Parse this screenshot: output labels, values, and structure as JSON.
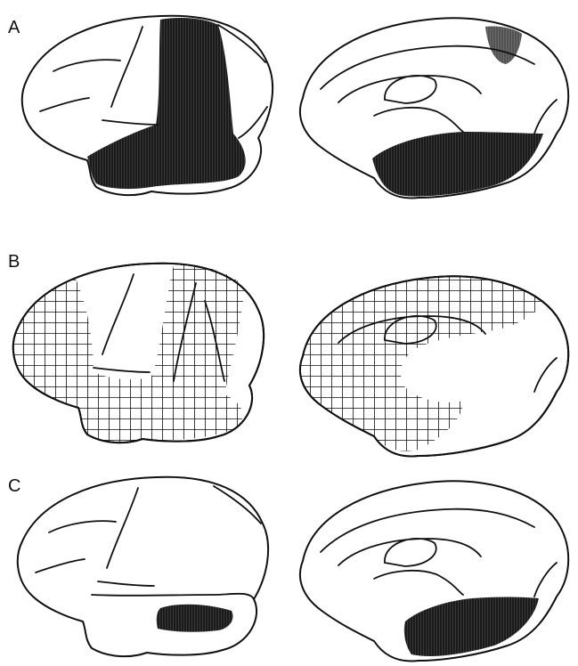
{
  "figure": {
    "panels": [
      {
        "label": "A",
        "lesion_style": "solid"
      },
      {
        "label": "B",
        "lesion_style": "crosshatch"
      },
      {
        "label": "C",
        "lesion_style": "solid"
      }
    ],
    "ink_color": "#111111",
    "background_color": "#ffffff"
  }
}
